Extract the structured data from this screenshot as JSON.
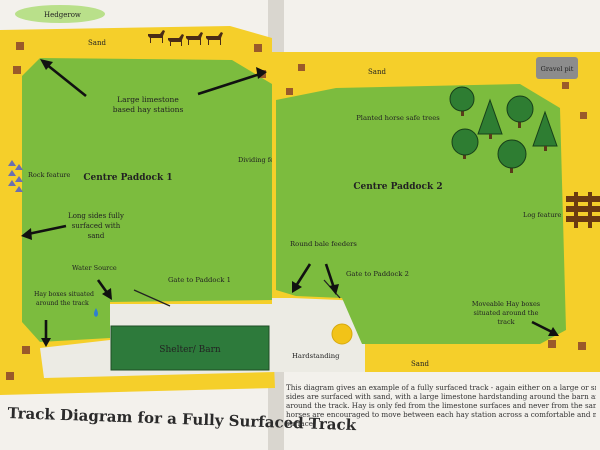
{
  "page_left": {
    "corner_label": "Hedgerow",
    "top_label": "Sand",
    "hay_stations": [
      "Large limestone",
      "based hay stations"
    ],
    "paddock_title": "Centre Paddock 1",
    "rock_feature": "Rock feature",
    "dividing_fence": "Dividing fence",
    "long_sides": [
      "Long sides fully",
      "surfaced with",
      "sand"
    ],
    "water_source": "Water Source",
    "gate": "Gate to Paddock 1",
    "hay_boxes": [
      "Hay boxes situated",
      "around the track"
    ],
    "shelter": "Shelter/ Barn",
    "caption_title": "Track Diagram for a Fully Surfaced Track"
  },
  "page_right": {
    "sand_top": "Sand",
    "gravel_pit": "Gravel pit",
    "trees_label": "Planted horse safe trees",
    "paddock_title": "Centre Paddock 2",
    "log_feature": "Log feature",
    "round_bale": "Round bale feeders",
    "gate": "Gate to Paddock 2",
    "moveable_hay": [
      "Moveable Hay boxes",
      "situated around the",
      "track"
    ],
    "hardstanding": "Hardstanding",
    "sand_bottom": "Sand",
    "description": [
      "This diagram gives an example of a fully surfaced track - again either on a large or small scale. The l",
      "sides are surfaced with sand, with a large limestone hardstanding around the barn and spread",
      "around the track. Hay is only fed from the limestone surfaces and never from the sandy sections,",
      "horses are encouraged to move between each hay station across a comfortable and mud free s",
      "surface."
    ]
  },
  "colors": {
    "grass": "#7cbc3e",
    "sand": "#f5cf2a",
    "hardstanding": "#ecebe4",
    "barn": "#2d7a3b",
    "hay_station": "#9a5a2a",
    "tree": "#2e7d32",
    "gravel": "#8c8c8c"
  }
}
